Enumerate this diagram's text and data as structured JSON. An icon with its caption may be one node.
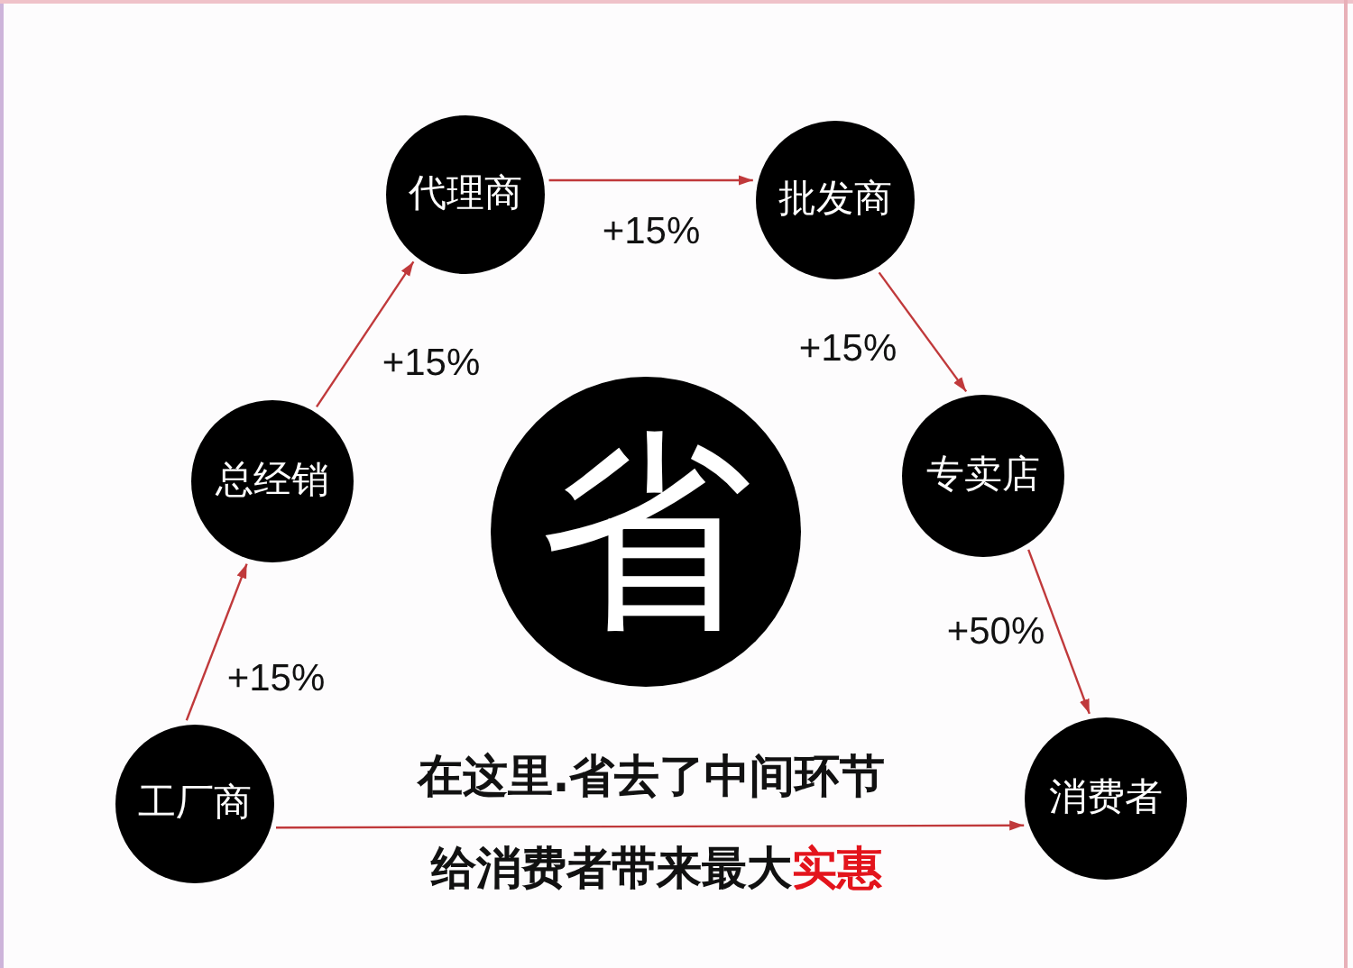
{
  "diagram": {
    "nodes": [
      {
        "text": [
          "工厂商"
        ]
      },
      {
        "text": [
          "总经销"
        ]
      },
      {
        "text": [
          "代理商"
        ]
      },
      {
        "text": [
          "批发商"
        ]
      },
      {
        "text": [
          "专卖店"
        ]
      },
      {
        "text": [
          "消费者"
        ]
      },
      {
        "text": [
          "省"
        ]
      }
    ],
    "edges": [
      {
        "from": 0,
        "to": 1,
        "arrow": "to",
        "label": "+15%"
      },
      {
        "from": 1,
        "to": 2,
        "arrow": "to",
        "label": "+15%"
      },
      {
        "from": 2,
        "to": 3,
        "arrow": "to",
        "label": "+15%"
      },
      {
        "from": 3,
        "to": 4,
        "arrow": "to",
        "label": "+15%"
      },
      {
        "from": 4,
        "to": 5,
        "arrow": "to",
        "label": "+50%"
      },
      {
        "from": 0,
        "to": 5,
        "arrow": "to"
      }
    ],
    "labels": [
      "在这里.省去了中间环节",
      "给消费者带来最大**实惠**"
    ]
  }
}
